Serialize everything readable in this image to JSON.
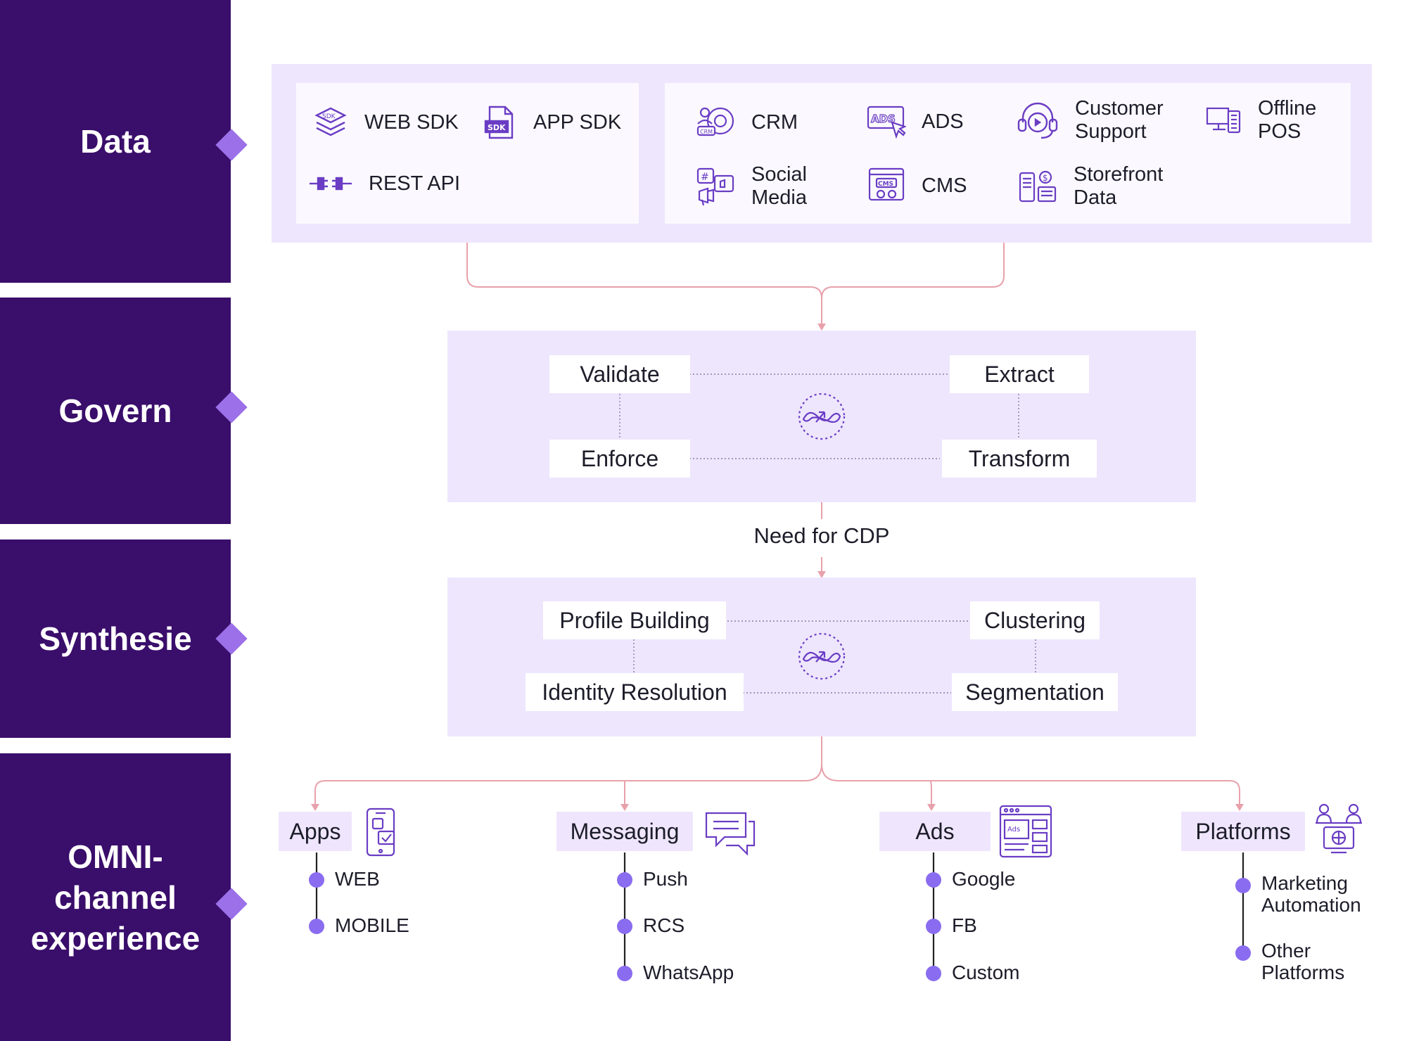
{
  "stages": [
    {
      "label": "Data"
    },
    {
      "label": "Govern"
    },
    {
      "label": "Synthesie"
    },
    {
      "label": "OMNI-channel experience"
    }
  ],
  "sources_left": [
    {
      "label": "WEB SDK",
      "icon": "web-sdk-icon"
    },
    {
      "label": "APP SDK",
      "icon": "app-sdk-icon"
    },
    {
      "label": "REST API",
      "icon": "rest-api-icon"
    }
  ],
  "sources_right": [
    {
      "label": "CRM",
      "icon": "crm-icon"
    },
    {
      "label": "ADS",
      "icon": "ads-icon"
    },
    {
      "label": "Customer Support",
      "icon": "headset-icon"
    },
    {
      "label": "Offline POS",
      "icon": "pos-icon"
    },
    {
      "label": "Social Media",
      "icon": "social-media-icon"
    },
    {
      "label": "CMS",
      "icon": "cms-icon"
    },
    {
      "label": "Storefront Data",
      "icon": "storefront-icon"
    }
  ],
  "govern": {
    "validate": "Validate",
    "extract": "Extract",
    "enforce": "Enforce",
    "transform": "Transform"
  },
  "need_label": "Need for CDP",
  "synth": {
    "profile": "Profile Building",
    "clustering": "Clustering",
    "identity": "Identity Resolution",
    "segmentation": "Segmentation"
  },
  "channels": [
    {
      "label": "Apps",
      "icon": "mobile-app-icon",
      "items": [
        "WEB",
        "MOBILE"
      ]
    },
    {
      "label": "Messaging",
      "icon": "chat-bubbles-icon",
      "items": [
        "Push",
        "RCS",
        "WhatsApp"
      ]
    },
    {
      "label": "Ads",
      "icon": "ads-panel-icon",
      "items": [
        "Google",
        "FB",
        "Custom"
      ]
    },
    {
      "label": "Platforms",
      "icon": "platform-team-icon",
      "items": [
        "Marketing Automation",
        "Other Platforms"
      ]
    }
  ],
  "colors": {
    "stage_bg": "#3a0e6b",
    "diamond": "#9b70e8",
    "panel": "#eee6fd",
    "connector": "#e8a1ab",
    "dot": "#8a6cf0",
    "icon": "#6a3dc4"
  }
}
